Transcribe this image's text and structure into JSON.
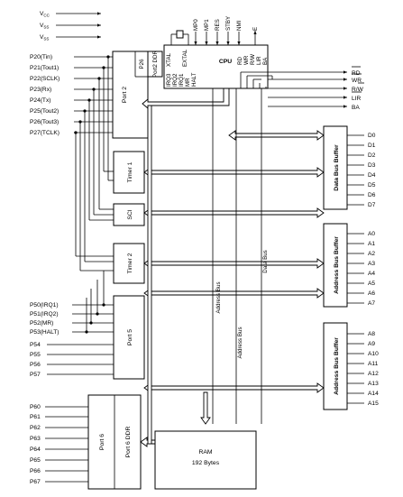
{
  "power_pins": [
    "V",
    "V",
    "V"
  ],
  "power_subs": [
    "CC",
    "SS",
    "SS"
  ],
  "port2_pins": [
    "P20(Tin)",
    "P21(Tout1)",
    "P22(SCLK)",
    "P23(Rx)",
    "P24(Tx)",
    "P25(Tout2)",
    "P26(Tout3)",
    "P27(TCLK)"
  ],
  "port5_pins": [
    "P50(IRQ1)",
    "P51(IRQ2)",
    "P52(MR)",
    "P53(HALT)",
    "P54",
    "P55",
    "P56",
    "P57"
  ],
  "port6_pins": [
    "P60",
    "P61",
    "P62",
    "P63",
    "P64",
    "P65",
    "P66",
    "P67"
  ],
  "data_pins": [
    "D0",
    "D1",
    "D2",
    "D3",
    "D4",
    "D5",
    "D6",
    "D7"
  ],
  "addr_lo_pins": [
    "A0",
    "A1",
    "A2",
    "A3",
    "A4",
    "A5",
    "A6",
    "A7"
  ],
  "addr_hi_pins": [
    "A8",
    "A9",
    "A10",
    "A11",
    "A12",
    "A13",
    "A14",
    "A15"
  ],
  "cpu_out_pins": [
    "RD",
    "WR",
    "R/W",
    "LIR",
    "BA"
  ],
  "cpu_top_pins": [
    "MP0",
    "MP1",
    "RES",
    "STBY",
    "NMI",
    "E"
  ],
  "cpu_internal_left": [
    "IRQ3",
    "IRQ2",
    "IRQ1",
    "MR",
    "HALT"
  ],
  "cpu_internal_top": [
    "XTAL",
    "EXTAL"
  ],
  "cpu_internal_right": [
    "RD",
    "WR",
    "R/W",
    "LIR",
    "BA"
  ],
  "blocks": {
    "cpu": "CPU",
    "port2": "Port 2",
    "port2_ddr": "Port2 DDR",
    "p26": "P26",
    "timer1": "Timer 1",
    "sci": "SCI",
    "timer2": "Timer 2",
    "port5": "Port 5",
    "port6": "Port 6",
    "port6_ddr": "Port 6 DDR",
    "ram_title": "RAM",
    "ram_size": "192 Bytes",
    "data_buffer": "Data Bus Buffer",
    "addr_buffer_lo": "Address Bus Buffer",
    "addr_buffer_hi": "Address Bus Buffer"
  },
  "bus_labels": {
    "data_bus": "Data Bus",
    "address_bus_1": "Address Bus",
    "address_bus_2": "Address Bus"
  }
}
